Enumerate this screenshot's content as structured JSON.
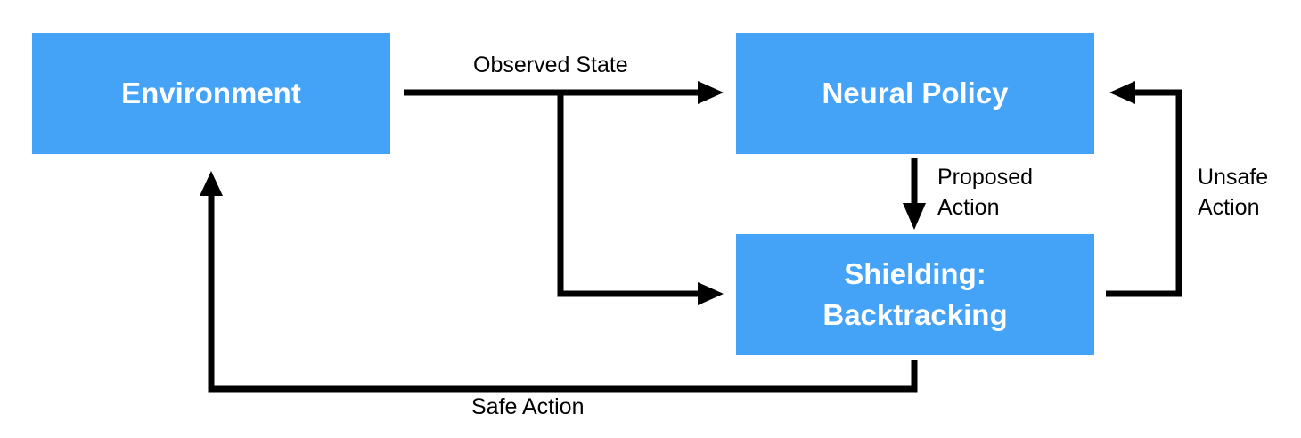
{
  "colors": {
    "box_fill": "#45a3f7",
    "box_text": "#ffffff",
    "arrow": "#000000",
    "label_text": "#000000"
  },
  "nodes": {
    "environment": {
      "label": "Environment"
    },
    "neural_policy": {
      "label": "Neural Policy"
    },
    "shielding": {
      "line1": "Shielding:",
      "line2": "Backtracking"
    }
  },
  "edges": {
    "observed_state": {
      "label": "Observed State"
    },
    "proposed_action": {
      "line1": "Proposed",
      "line2": "Action"
    },
    "unsafe_action": {
      "line1": "Unsafe",
      "line2": "Action"
    },
    "safe_action": {
      "label": "Safe Action"
    }
  }
}
